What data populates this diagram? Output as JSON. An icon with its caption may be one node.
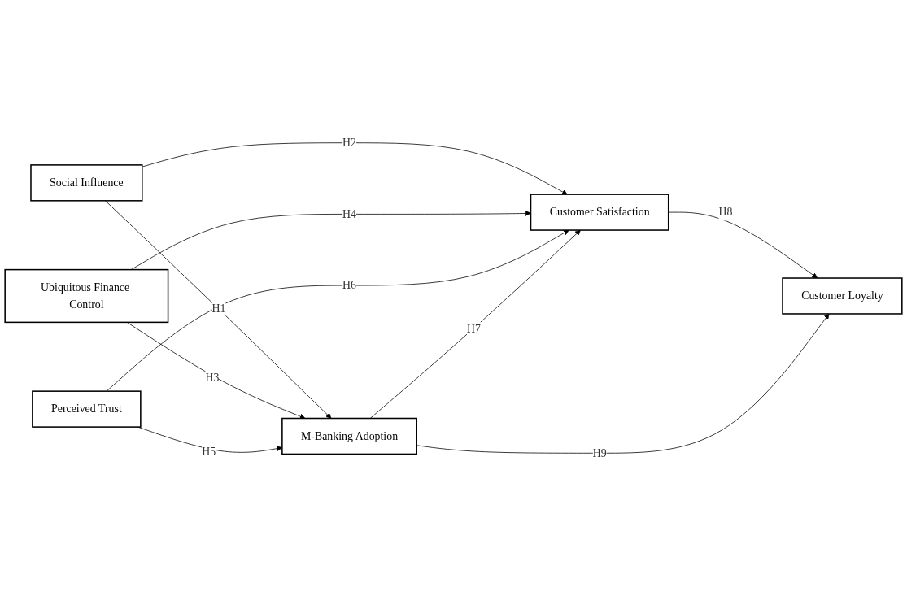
{
  "diagram": {
    "nodes": [
      {
        "text": [
          "Social Influence"
        ]
      },
      {
        "text": [
          "Ubiquitous Finance Control"
        ]
      },
      {
        "text": [
          "Perceived Trust"
        ]
      },
      {
        "text": [
          "M-Banking Adoption"
        ]
      },
      {
        "text": [
          "Customer Satisfaction"
        ]
      },
      {
        "text": [
          "Customer Loyalty"
        ]
      }
    ],
    "edges": [
      {
        "from": 0,
        "to": 3,
        "arrow": "to",
        "label": "H1"
      },
      {
        "from": 0,
        "to": 4,
        "arrow": "to",
        "label": "H2"
      },
      {
        "from": 1,
        "to": 3,
        "arrow": "to",
        "label": "H3"
      },
      {
        "from": 1,
        "to": 4,
        "arrow": "to",
        "label": "H4"
      },
      {
        "from": 2,
        "to": 3,
        "arrow": "to",
        "label": "H5"
      },
      {
        "from": 2,
        "to": 4,
        "arrow": "to",
        "label": "H6"
      },
      {
        "from": 3,
        "to": 4,
        "arrow": "to",
        "label": "H7"
      },
      {
        "from": 4,
        "to": 5,
        "arrow": "to",
        "label": "H8"
      },
      {
        "from": 3,
        "to": 5,
        "arrow": "to",
        "label": "H9"
      }
    ]
  }
}
